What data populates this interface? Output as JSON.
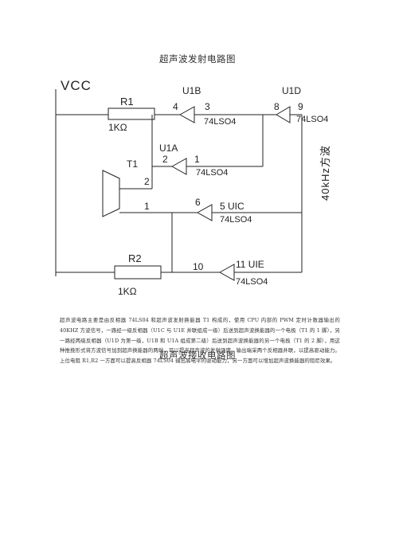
{
  "doc": {
    "title_top": "超声波发射电路图",
    "title_bottom": "超声波接收电路图",
    "description": "超声波电路主要是由反相器 74LS04 和超声波发射换能器 T1 构成的，使用 CPU 内部的 PWM 定时计数器输出的 40KHZ 方波信号，一路经一级反相器（U1C 与 U1E 并联组成一级）后送到超声波换能器的一个电极（T1 的 1 脚），另一路经两级反相器（U1D 为第一级，U1B 和 U1A 组成第二级）后送到超声波换能器的另一个电极（T1 的 2 脚），用这种推挽形式将方波信号加到超声换能器的两端，可以提高超声波的发射强度。输出端采两个反相器并联，以提高驱动能力。上位电阻 R1,R2 一方面可以提高反相器 74LS04 输出高电平的驱动能力，另一方面可以增加超声波换能器的阻尼效果。"
  },
  "circuit": {
    "vcc": "VCC",
    "r1": "R1",
    "r1_value": "1KΩ",
    "r2": "R2",
    "r2_value": "1KΩ",
    "t1": "T1",
    "t1_pin1": "1",
    "t1_pin2": "2",
    "u1b": "U1B",
    "u1b_pin_in": "4",
    "u1b_pin_out": "3",
    "u1b_part": "74LSO4",
    "u1d": "U1D",
    "u1d_pin_in": "8",
    "u1d_pin_out": "9",
    "u1d_part": "74LSO4",
    "u1a": "U1A",
    "u1a_pin_in": "2",
    "u1a_pin_out": "1",
    "u1a_part": "74LSO4",
    "u1c_pin": "6",
    "u1c_label": "5 UIC",
    "u1c_part": "74LSO4",
    "u1e_pin": "10",
    "u1e_label": "11 UIE",
    "u1e_part": "74LSO4",
    "signal_label": "40kHz方波"
  }
}
